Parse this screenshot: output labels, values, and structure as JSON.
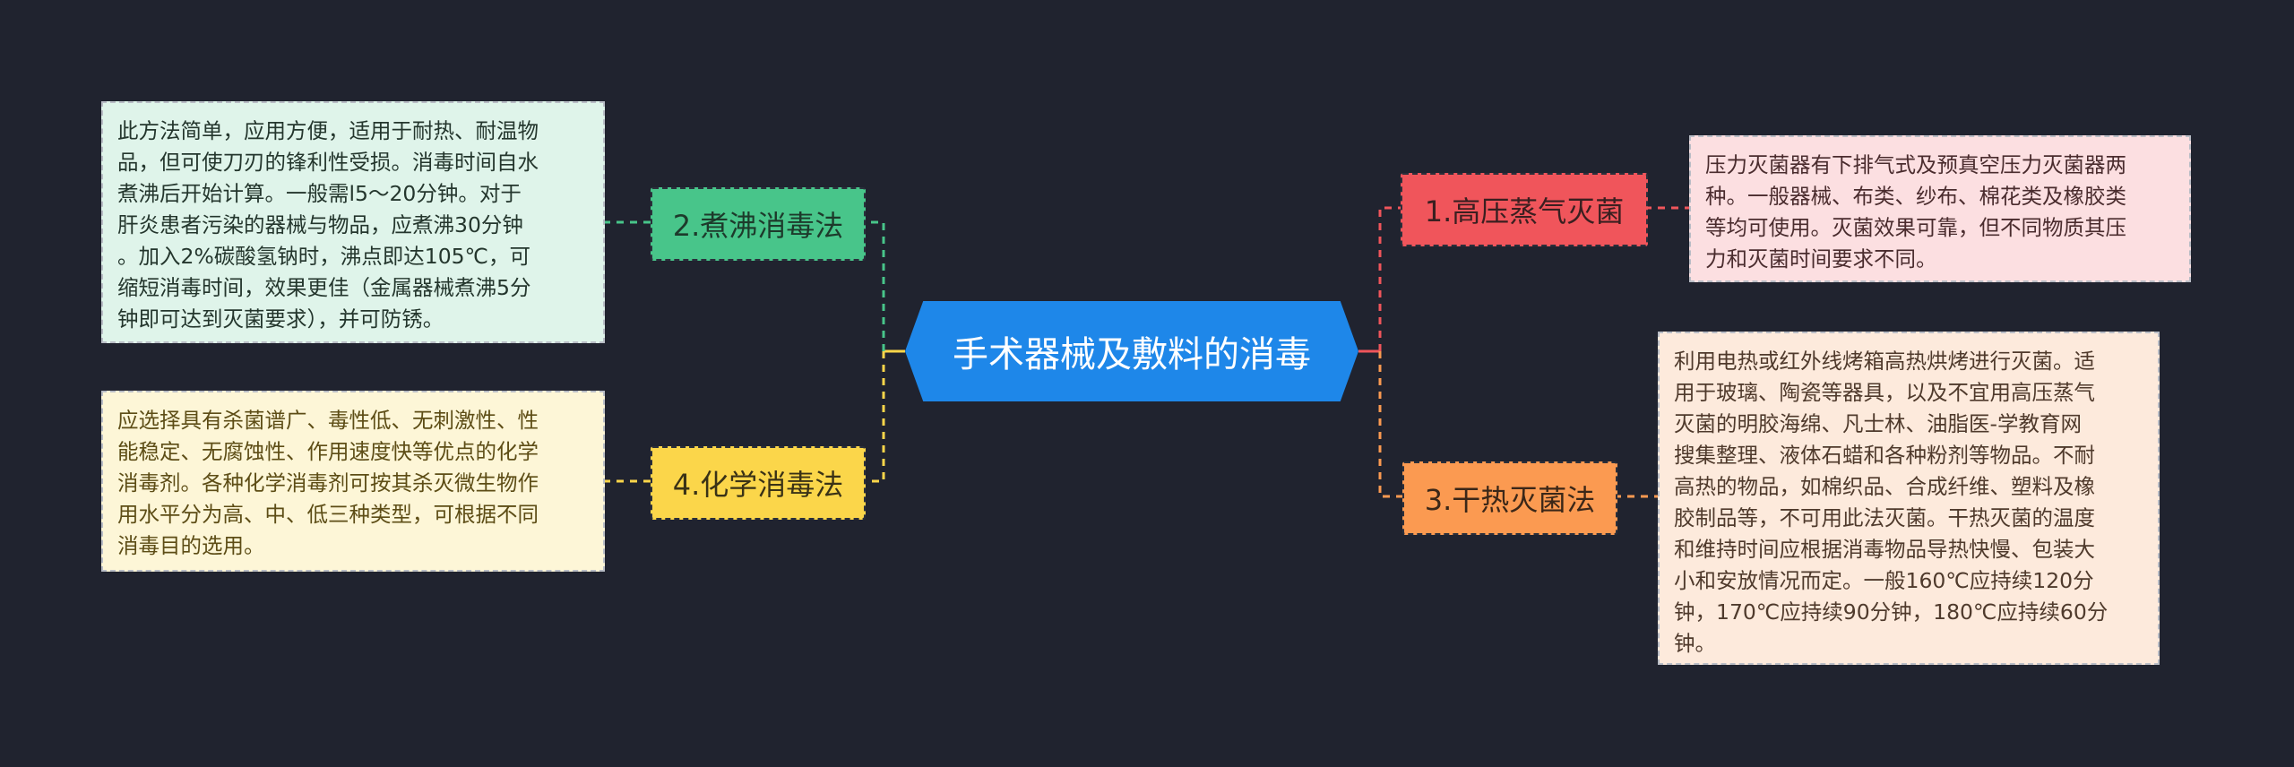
{
  "center": {
    "title": "手术器械及敷料的消毒"
  },
  "branches": [
    {
      "label": "1.高压蒸气灭菌",
      "note": "压力灭菌器有下排气式及预真空压力灭菌器两\n种。一般器械、布类、纱布、棉花类及橡胶类\n等均可使用。灭菌效果可靠，但不同物质其压\n力和灭菌时间要求不同。",
      "color": "#f0555b"
    },
    {
      "label": "2.煮沸消毒法",
      "note": "此方法简单，应用方便，适用于耐热、耐温物\n品，但可使刀刃的锋利性受损。消毒时间自水\n煮沸后开始计算。一般需l5～20分钟。对于\n肝炎患者污染的器械与物品，应煮沸30分钟\n。加入2%碳酸氢钠时，沸点即达105℃，可\n缩短消毒时间，效果更佳（金属器械煮沸5分\n钟即可达到灭菌要求），并可防锈。",
      "color": "#48c58a"
    },
    {
      "label": "3.干热灭菌法",
      "note": "利用电热或红外线烤箱高热烘烤进行灭菌。适\n用于玻璃、陶瓷等器具，以及不宜用高压蒸气\n灭菌的明胶海绵、凡士林、油脂医-学教育网\n搜集整理、液体石蜡和各种粉剂等物品。不耐\n高热的物品，如棉织品、合成纤维、塑料及橡\n胶制品等，不可用此法灭菌。干热灭菌的温度\n和维持时间应根据消毒物品导热快慢、包装大\n小和安放情况而定。一般160℃应持续120分\n钟，170℃应持续90分钟，180℃应持续60分\n钟。",
      "color": "#fb9a51"
    },
    {
      "label": "4.化学消毒法",
      "note": "应选择具有杀菌谱广、毒性低、无刺激性、性\n能稳定、无腐蚀性、作用速度快等优点的化学\n消毒剂。各种化学消毒剂可按其杀灭微生物作\n用水平分为高、中、低三种类型，可根据不同\n消毒目的选用。",
      "color": "#fbd64a"
    }
  ]
}
